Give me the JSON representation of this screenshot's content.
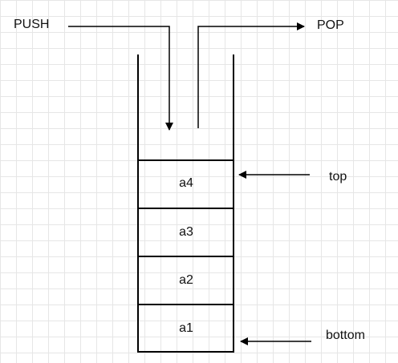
{
  "diagram": {
    "push_label": "PUSH",
    "pop_label": "POP",
    "top_label": "top",
    "bottom_label": "bottom",
    "elements": [
      "a4",
      "a3",
      "a2",
      "a1"
    ]
  },
  "colors": {
    "stroke": "#000000",
    "grid": "#e6e6e6",
    "background": "#ffffff"
  }
}
